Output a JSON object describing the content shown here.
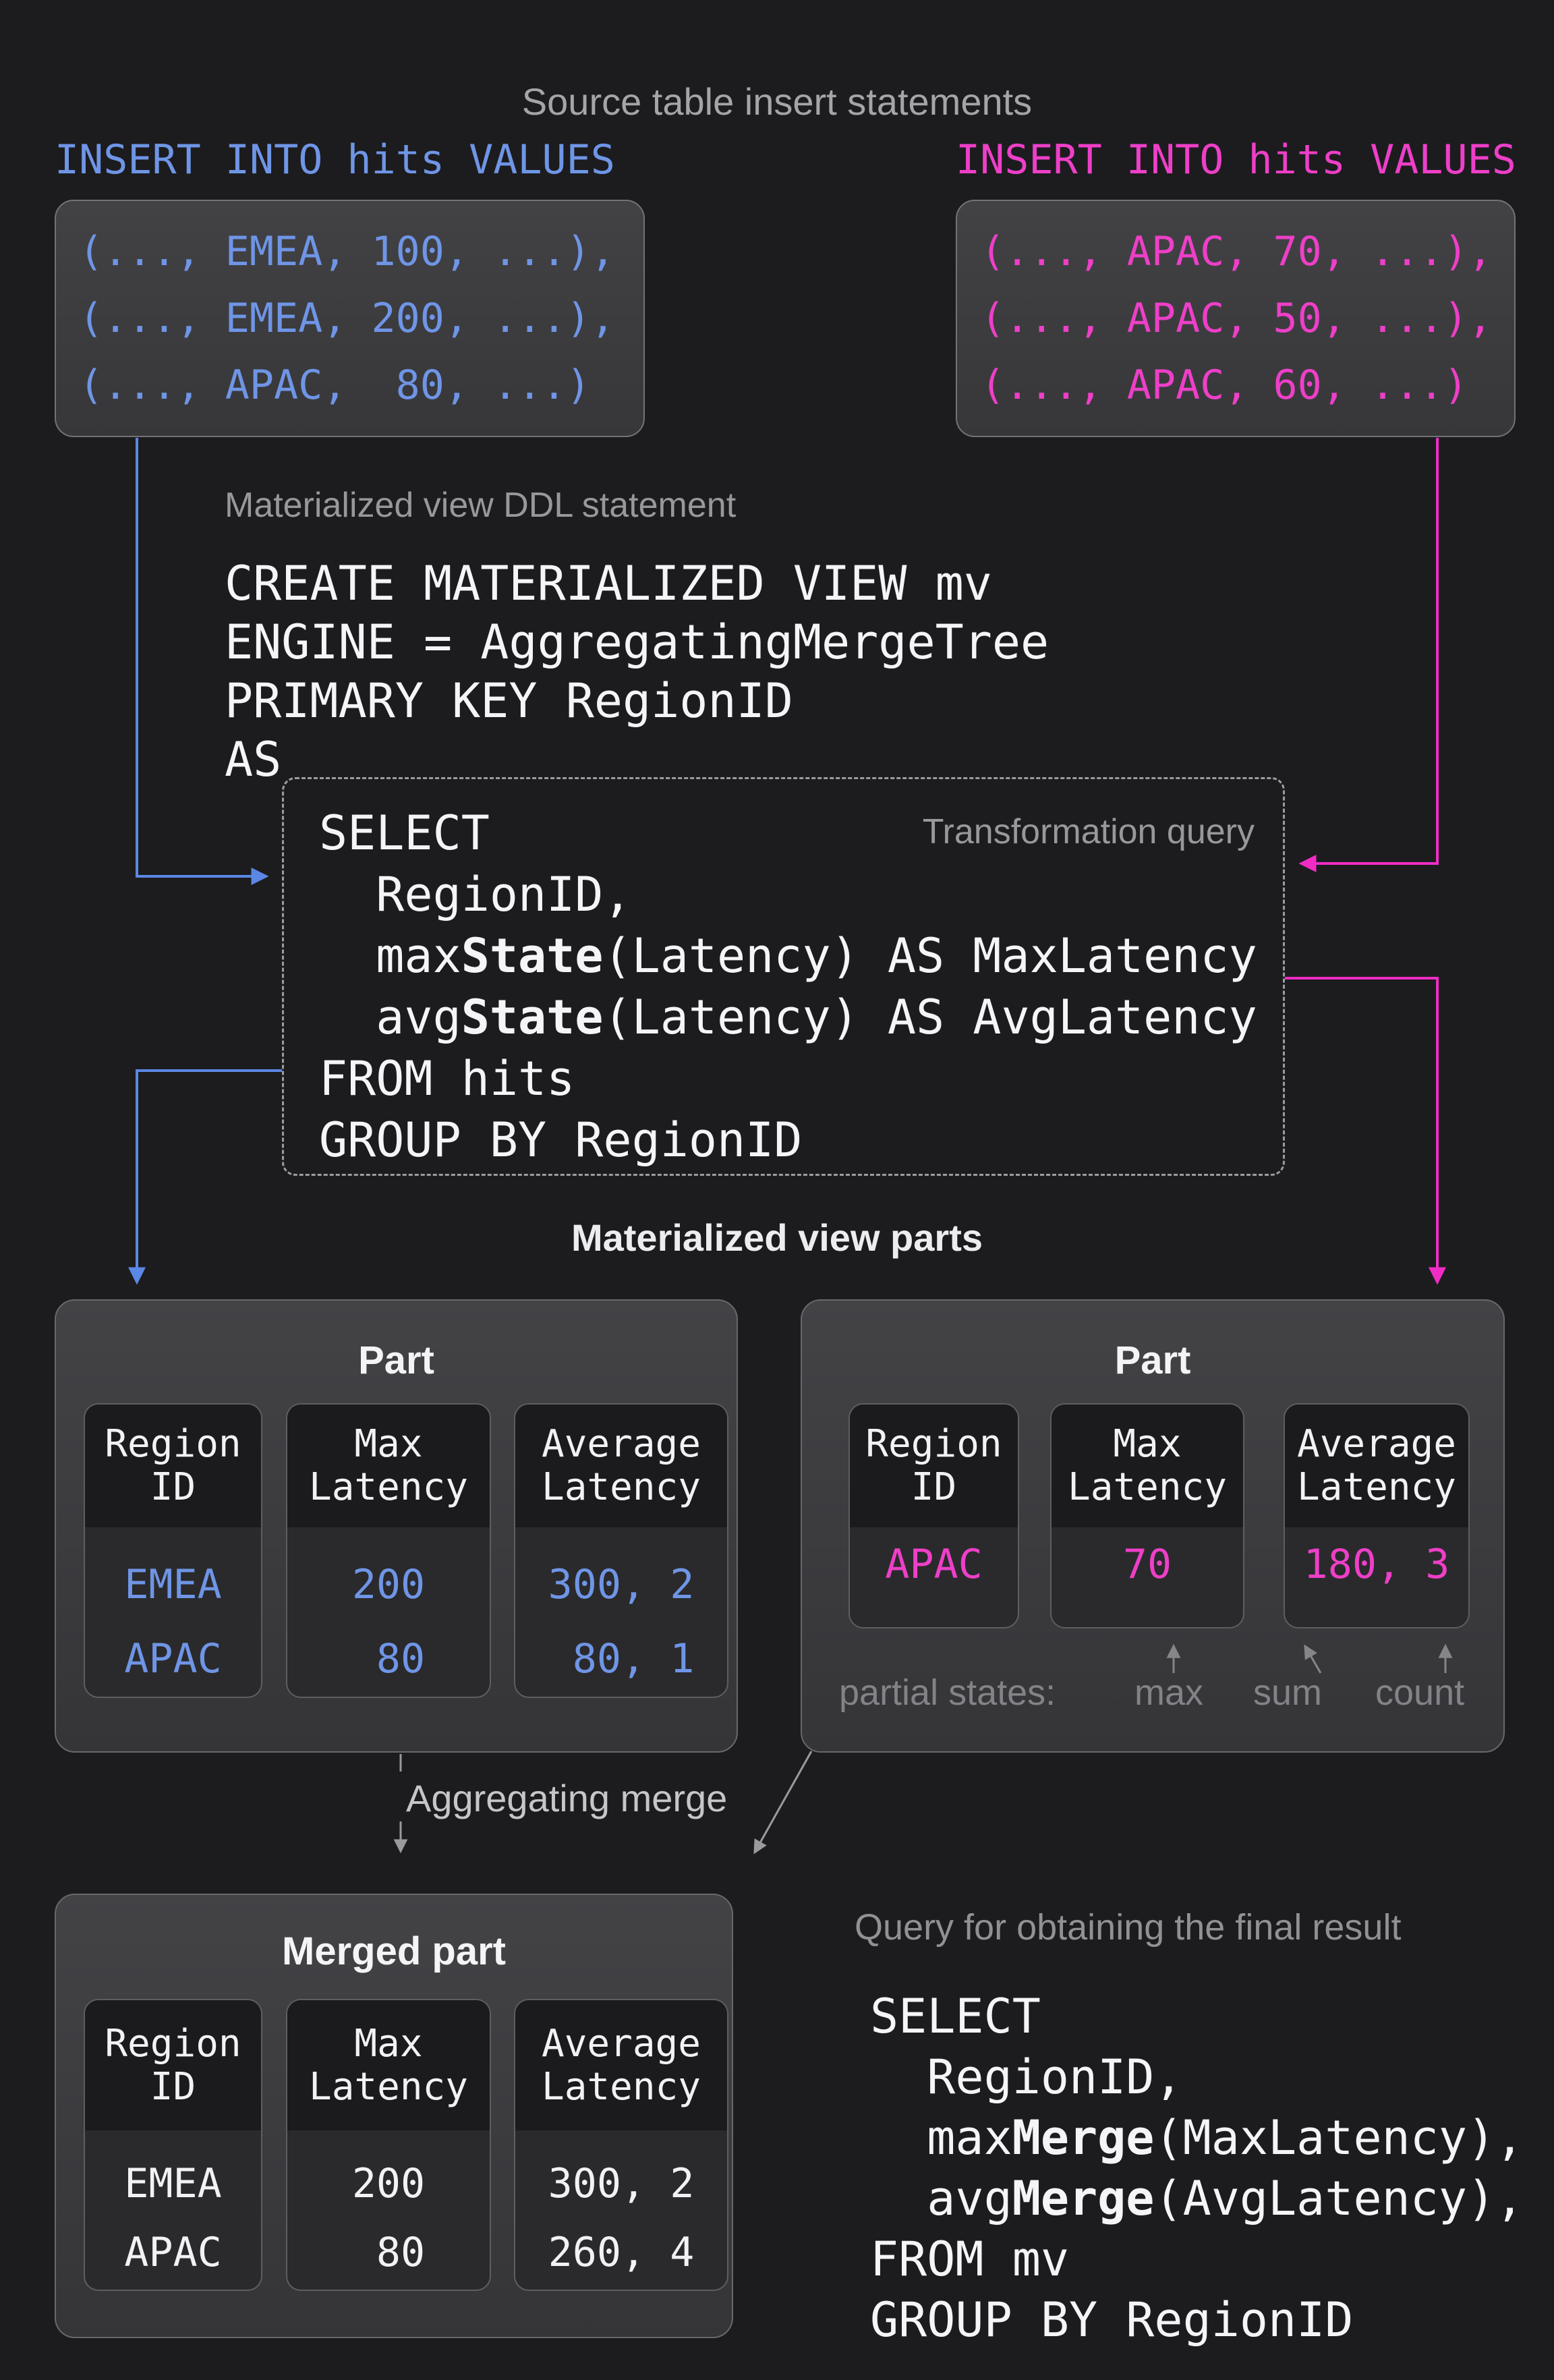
{
  "colors": {
    "background": "#1c1c1e",
    "blue_accent": "#6f95e6",
    "magenta_accent": "#ee3fc8",
    "gray_label": "#98989b",
    "white_text": "#f5f5f7"
  },
  "header": {
    "title": "Source table insert statements"
  },
  "inserts": {
    "left": {
      "label": "INSERT INTO hits VALUES",
      "rows": [
        "(..., EMEA, 100, ...),",
        "(..., EMEA, 200, ...),",
        "(..., APAC,  80, ...)"
      ]
    },
    "right": {
      "label": "INSERT INTO hits VALUES",
      "rows": [
        "(..., APAC, 70, ...),",
        "(..., APAC, 50, ...),",
        "(..., APAC, 60, ...)"
      ]
    }
  },
  "ddl": {
    "label": "Materialized view DDL statement",
    "lines": [
      "CREATE MATERIALIZED VIEW mv",
      "ENGINE = AggregatingMergeTree",
      "PRIMARY KEY RegionID",
      "AS"
    ]
  },
  "transform": {
    "label": "Transformation query",
    "lines": [
      {
        "pre": "SELECT",
        "bold": "",
        "post": ""
      },
      {
        "pre": "  RegionID,",
        "bold": "",
        "post": ""
      },
      {
        "pre": "  max",
        "bold": "State",
        "post": "(Latency) AS MaxLatency"
      },
      {
        "pre": "  avg",
        "bold": "State",
        "post": "(Latency) AS AvgLatency"
      },
      {
        "pre": "FROM hits",
        "bold": "",
        "post": ""
      },
      {
        "pre": "GROUP BY RegionID",
        "bold": "",
        "post": ""
      }
    ]
  },
  "parts": {
    "section_title": "Materialized view parts",
    "left": {
      "title": "Part",
      "cards": [
        {
          "header": [
            "Region",
            "ID"
          ],
          "values": [
            "EMEA",
            "APAC"
          ]
        },
        {
          "header": [
            "Max",
            "Latency"
          ],
          "values": [
            "200",
            " 80"
          ]
        },
        {
          "header": [
            "Average",
            "Latency"
          ],
          "values": [
            "300, 2",
            " 80, 1"
          ]
        }
      ]
    },
    "right": {
      "title": "Part",
      "cards": [
        {
          "header": [
            "Region",
            "ID"
          ],
          "values": [
            "APAC"
          ]
        },
        {
          "header": [
            "Max",
            "Latency"
          ],
          "values": [
            "70"
          ]
        },
        {
          "header": [
            "Average",
            "Latency"
          ],
          "values": [
            "180, 3"
          ]
        }
      ],
      "partial": {
        "label": "partial states:",
        "items": [
          "max",
          "sum",
          "count"
        ]
      }
    }
  },
  "merge_label": "Aggregating merge",
  "merged": {
    "title": "Merged part",
    "cards": [
      {
        "header": [
          "Region",
          "ID"
        ],
        "values": [
          "EMEA",
          "APAC"
        ]
      },
      {
        "header": [
          "Max",
          "Latency"
        ],
        "values": [
          "200",
          " 80"
        ]
      },
      {
        "header": [
          "Average",
          "Latency"
        ],
        "values": [
          "300, 2",
          "260, 4"
        ]
      }
    ]
  },
  "final_query": {
    "label": "Query for obtaining the final result",
    "lines": [
      {
        "pre": "SELECT",
        "bold": "",
        "post": ""
      },
      {
        "pre": "  RegionID,",
        "bold": "",
        "post": ""
      },
      {
        "pre": "  max",
        "bold": "Merge",
        "post": "(MaxLatency),"
      },
      {
        "pre": "  avg",
        "bold": "Merge",
        "post": "(AvgLatency),"
      },
      {
        "pre": "FROM mv",
        "bold": "",
        "post": ""
      },
      {
        "pre": "GROUP BY RegionID",
        "bold": "",
        "post": ""
      }
    ]
  }
}
